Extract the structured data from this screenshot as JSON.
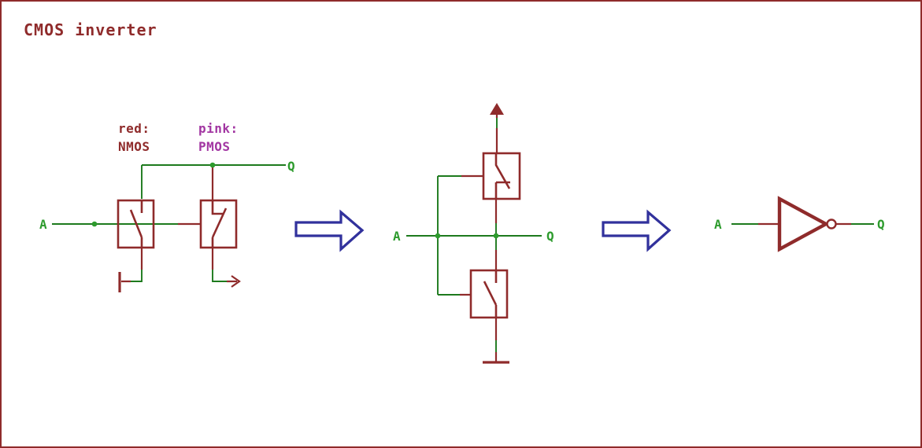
{
  "title": "CMOS inverter",
  "legend": {
    "red": {
      "line1": "red:",
      "line2": "NMOS"
    },
    "pink": {
      "line1": "pink:",
      "line2": "PMOS"
    }
  },
  "stages": {
    "switches": {
      "input": "A",
      "output": "Q"
    },
    "stack": {
      "input": "A",
      "output": "Q"
    },
    "gate": {
      "input": "A",
      "output": "Q"
    }
  },
  "icons": {
    "flow_arrow": "right-block-arrow",
    "vdd": "up-arrow",
    "ground": "single-bar-ground",
    "inverter_bubble": "negation-circle"
  },
  "colors": {
    "symbol": "#8f2b2b",
    "wire": "#1d7a1d",
    "label": "#2d9b2d",
    "purple": "#a236a2",
    "blue": "#31319c",
    "bg": "#ffffff"
  }
}
